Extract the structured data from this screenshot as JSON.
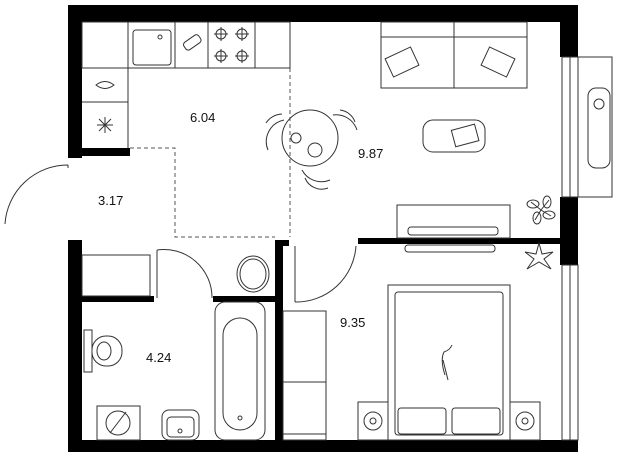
{
  "plan": {
    "rooms": [
      {
        "id": "kitchen",
        "area": "6.04"
      },
      {
        "id": "living-room",
        "area": "9.87"
      },
      {
        "id": "hallway",
        "area": "3.17"
      },
      {
        "id": "bathroom",
        "area": "4.24"
      },
      {
        "id": "bedroom",
        "area": "9.35"
      }
    ]
  },
  "colors": {
    "wall": "#000000",
    "line": "#333333",
    "background": "#ffffff"
  }
}
